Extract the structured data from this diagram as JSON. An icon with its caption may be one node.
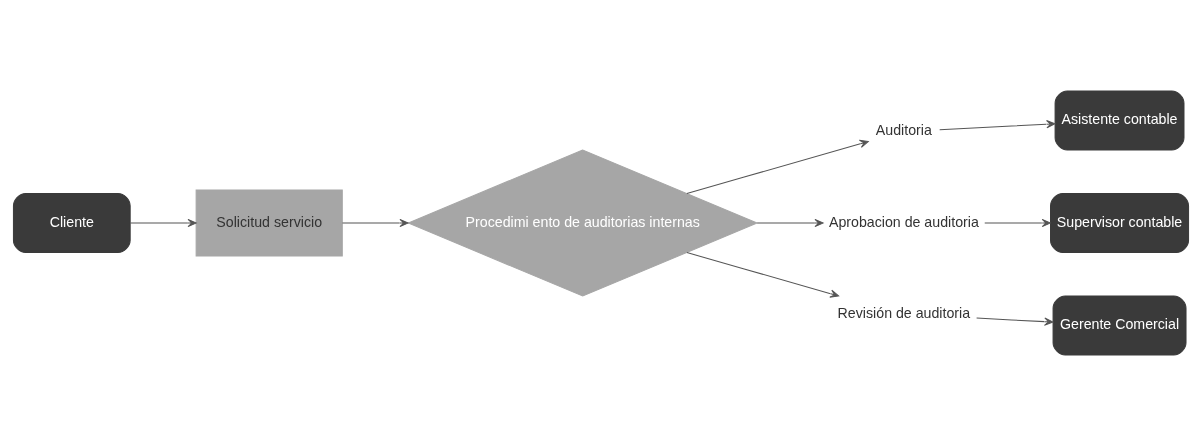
{
  "diagram": {
    "nodes": [
      {
        "text": [
          "Cliente"
        ]
      },
      {
        "text": [
          "Solicitud servicio"
        ]
      },
      {
        "text": [
          "Procedimi ento de auditorias internas"
        ]
      },
      {
        "text": [
          "Auditoria"
        ]
      },
      {
        "text": [
          "Aprobacion de auditoria"
        ]
      },
      {
        "text": [
          "Revisión de auditoria"
        ]
      },
      {
        "text": [
          "Asistente contable"
        ]
      },
      {
        "text": [
          "Supervisor contable"
        ]
      },
      {
        "text": [
          "Gerente Comercial"
        ]
      }
    ],
    "edges": [
      {
        "from": 0,
        "to": 1,
        "arrow": "to"
      },
      {
        "from": 1,
        "to": 2,
        "arrow": "to"
      },
      {
        "from": 2,
        "to": 3,
        "arrow": "to"
      },
      {
        "from": 2,
        "to": 4,
        "arrow": "to"
      },
      {
        "from": 2,
        "to": 5,
        "arrow": "to"
      },
      {
        "from": 3,
        "to": 6,
        "arrow": "to"
      },
      {
        "from": 4,
        "to": 7,
        "arrow": "to"
      },
      {
        "from": 5,
        "to": 8,
        "arrow": "to"
      }
    ]
  }
}
